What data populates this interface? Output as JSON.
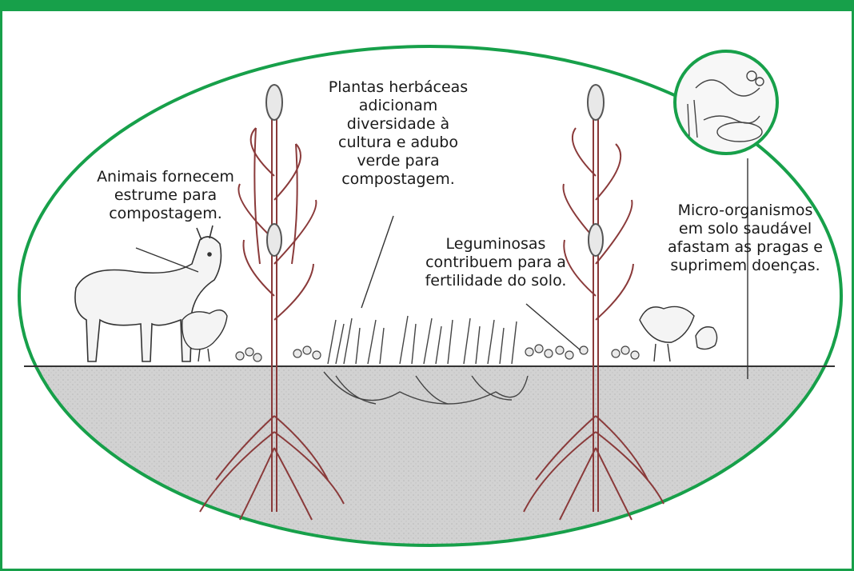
{
  "labels": {
    "animals": "Animais fornecem\nestrume para\ncompostagem.",
    "herbs": "Plantas herbáceas\nadicionam\ndiversidade à\ncultura e adubo\nverde para\ncompostagem.",
    "legumes": "Leguminosas\ncontribuem para a\nfertilidade do solo.",
    "microbes": "Micro-organismos\nem solo saudável\nafastam as pragas e\nsuprimem doenças."
  },
  "colors": {
    "accent": "#17a04a",
    "soil": "#cfcfcf",
    "stalk": "#8a3a3a",
    "ink": "#1a1a1a"
  }
}
